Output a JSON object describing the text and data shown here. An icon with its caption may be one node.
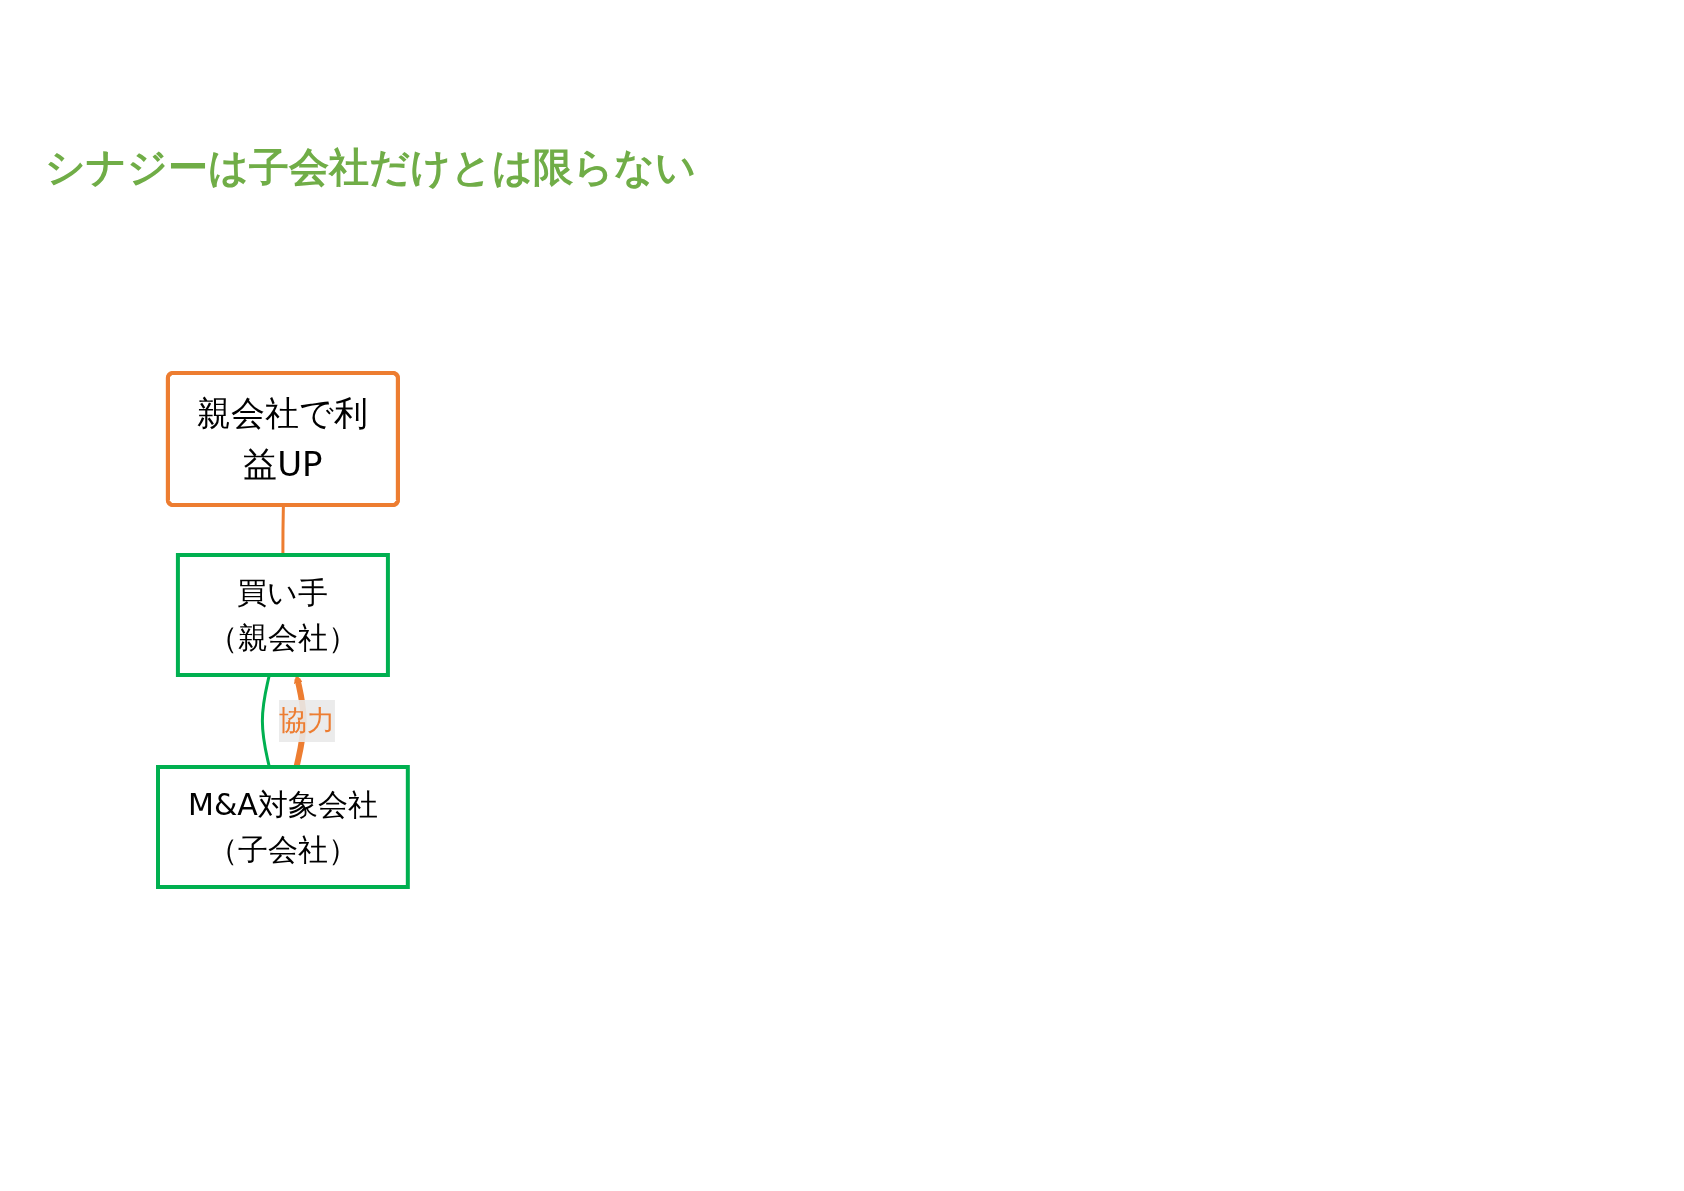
{
  "diagram": {
    "title": "シナジーは子会社だけとは限らない",
    "nodes": [
      {
        "text": [
          "買い手",
          "（親会社）"
        ]
      },
      {
        "text": [
          "M&A対象会社",
          "（子会社）"
        ]
      },
      {
        "text": [
          "親会社で利益UP"
        ]
      }
    ],
    "edges": [
      {
        "from": 0,
        "to": 1,
        "arrow": "none",
        "color": "#00b050"
      },
      {
        "from": 1,
        "to": 0,
        "arrow": "to",
        "label": "協力",
        "style": "thick",
        "color": "#ed7d31"
      },
      {
        "from": 2,
        "to": 0,
        "arrow": "none",
        "color": "#ed7d31"
      }
    ]
  }
}
